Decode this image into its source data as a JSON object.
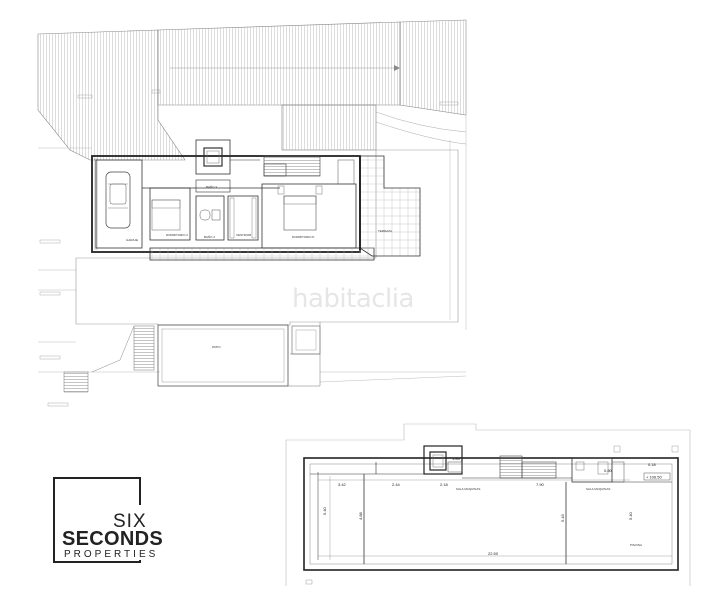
{
  "watermark": "habitaclia",
  "logo": {
    "line1": "SIX",
    "line2": "SECONDS",
    "line3": "PROPERTIES"
  },
  "upper_plan": {
    "rooms": {
      "garage": "GARAJE",
      "bedroom_2": "DORMITORIO 2",
      "bath_2": "BAÑO 2",
      "bath_3": "BAÑO 3",
      "closet": "VESTIDOR",
      "master_bedroom": "DORMITORIO P.",
      "terrace": "TERRAZA",
      "patio": "PATIO"
    }
  },
  "lower_plan": {
    "dimensions": {
      "d1": "3.42",
      "d2": "2.44",
      "d3": "2.18",
      "d4": "7.90",
      "d5": "22.50",
      "d6": "5.40",
      "d7": "4.88",
      "d8": "5.43",
      "d9": "0.18",
      "d10": "1.85",
      "d11": "0.80",
      "d12": "5.40",
      "level": "+ 106.50"
    },
    "rooms": {
      "pool_label": "PISCINA",
      "engine_room_1": "SALA MAQUINAS",
      "engine_room_2": "SALA MAQUINAS"
    }
  }
}
